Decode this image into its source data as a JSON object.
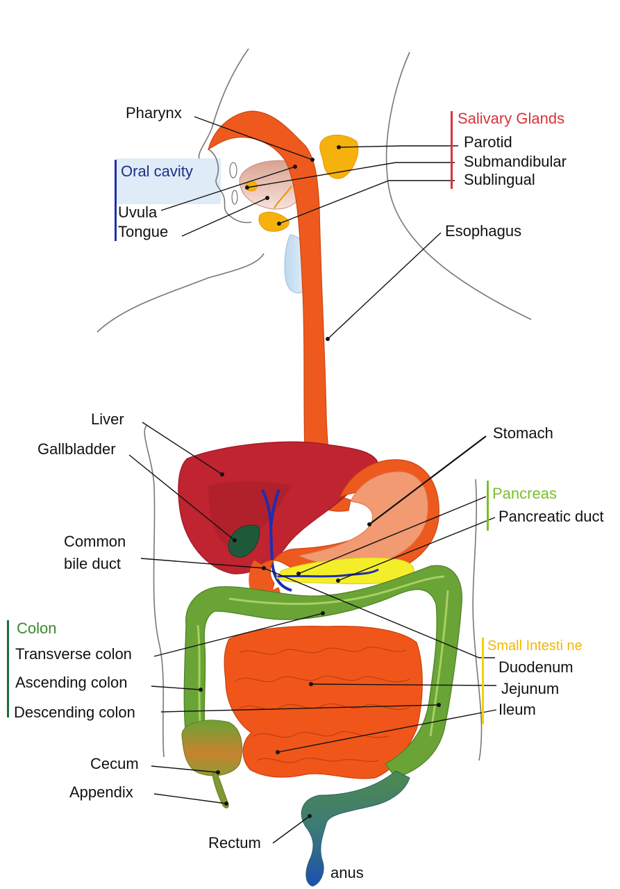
{
  "colors": {
    "salivary": "#d9323a",
    "oral": "#1f2d8a",
    "pancreas": "#7bbf2a",
    "colon": "#1e6b3a",
    "small_intestine": "#f2b800",
    "esophagus": "#ee5a1e",
    "liver": "#bf2430",
    "intestine": "#f0561a",
    "colon_fill": "#6aa336"
  },
  "groups": {
    "salivary_glands": "Salivary Glands",
    "oral_cavity": "Oral cavity",
    "pancreas": "Pancreas",
    "colon": "Colon",
    "small_intestine": "Small Intesti ne"
  },
  "labels": {
    "pharynx": "Pharynx",
    "parotid": "Parotid",
    "submandibular": "Submandibular",
    "sublingual": "Sublingual",
    "uvula": "Uvula",
    "tongue": "Tongue",
    "esophagus": "Esophagus",
    "liver": "Liver",
    "gallbladder": "Gallbladder",
    "stomach": "Stomach",
    "pancreatic_duct": "Pancreatic duct",
    "common_bile_duct_1": "Common",
    "common_bile_duct_2": "bile duct",
    "transverse_colon": "Transverse colon",
    "ascending_colon": "Ascending colon",
    "descending_colon": "Descending colon",
    "duodenum": "Duodenum",
    "jejunum": "Jejunum",
    "ileum": "Ileum",
    "cecum": "Cecum",
    "appendix": "Appendix",
    "rectum": "Rectum",
    "anus": "anus"
  }
}
